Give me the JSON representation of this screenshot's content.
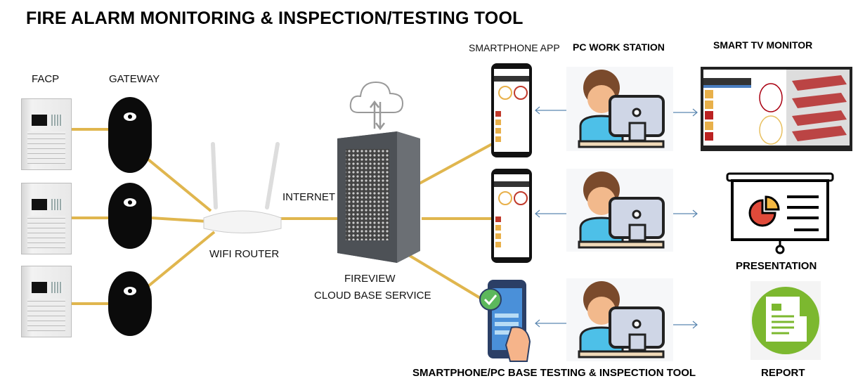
{
  "title": "FIRE ALARM MONITORING & INSPECTION/TESTING TOOL",
  "labels": {
    "facp": "FACP",
    "gateway": "GATEWAY",
    "router": "WIFI ROUTER",
    "internet": "INTERNET",
    "cloud_1": "FIREVIEW",
    "cloud_2": "CLOUD BASE SERVICE",
    "smartphone_app": "SMARTPHONE APP",
    "pc_work_station": "PC WORK STATION",
    "smart_tv": "SMART TV MONITOR",
    "presentation": "PRESENTATION",
    "report": "REPORT",
    "testing_tool": "SMARTPHONE/PC BASE TESTING & INSPECTION TOOL"
  },
  "colors": {
    "link": "#e0b64e",
    "arrow": "#5a86b0",
    "report_green": "#7cb82f"
  }
}
